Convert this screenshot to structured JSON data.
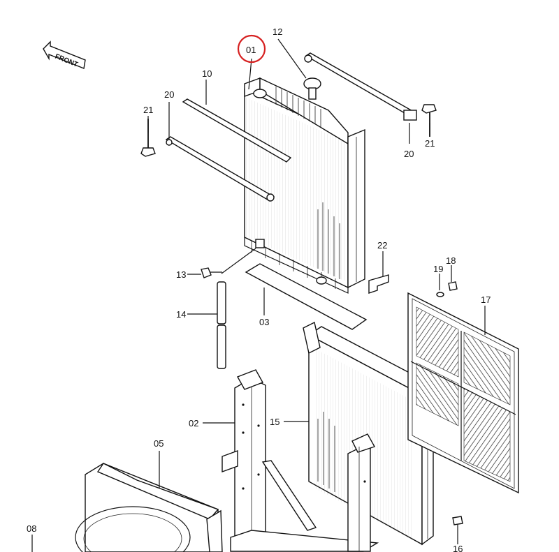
{
  "orientation": {
    "text": "FRONT"
  },
  "highlight": {
    "part": "01",
    "ring_color": "#d62020"
  },
  "callouts": {
    "p01": "01",
    "p02": "02",
    "p03": "03",
    "p05": "05",
    "p08": "08",
    "p10": "10",
    "p12": "12",
    "p13": "13",
    "p14": "14",
    "p15": "15",
    "p16": "16",
    "p17": "17",
    "p18": "18",
    "p19": "19",
    "p20_left": "20",
    "p20_right": "20",
    "p21_left": "21",
    "p21_right": "21",
    "p22": "22"
  }
}
